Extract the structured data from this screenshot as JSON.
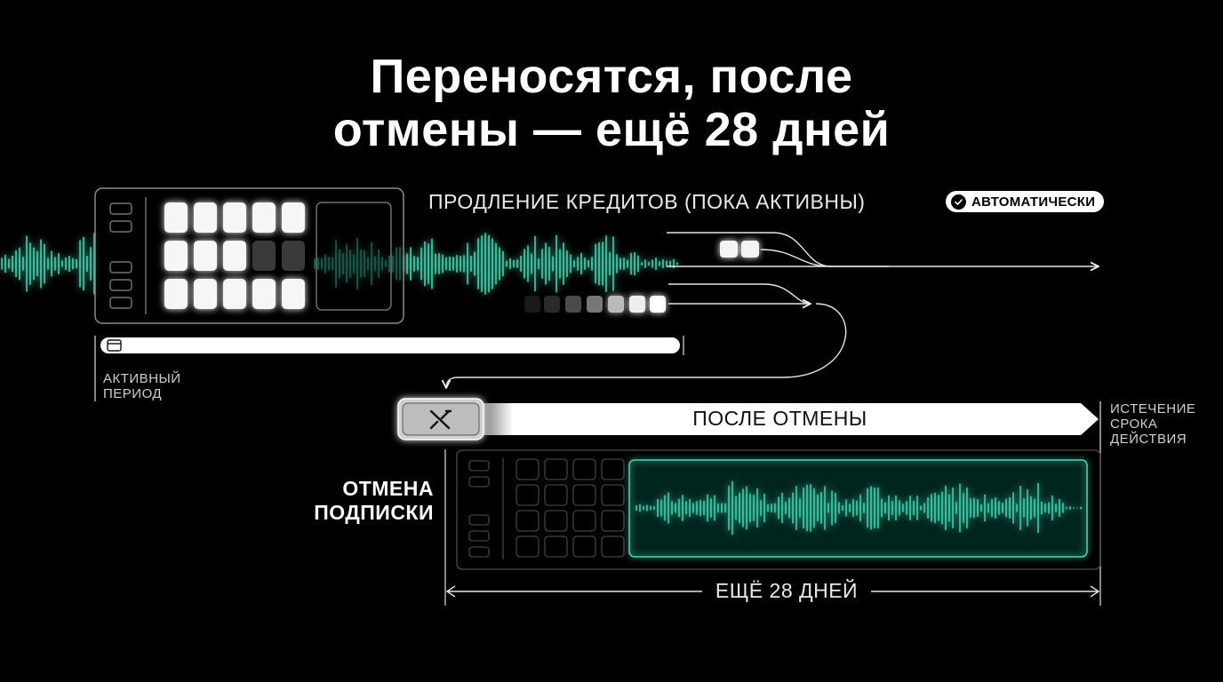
{
  "title": {
    "line1": "Переносятся, после",
    "line2": "отмены — ещё 28 дней"
  },
  "renewal": {
    "label": "ПРОДЛЕНИЕ КРЕДИТОВ (ПОКА АКТИВНЫ)",
    "badge": "АВТОМАТИЧЕСКИ",
    "badge_icon": "check-circle-icon"
  },
  "active_period": {
    "label": "АКТИВНЫЙ ПЕРИОД",
    "icon": "calendar-icon"
  },
  "after_cancel": {
    "label": "ПОСЛЕ ОТМЕНЫ",
    "icon": "cancel-x-icon"
  },
  "expiry": {
    "label": "ИСТЕЧЕНИЕ СРОКА ДЕЙСТВИЯ"
  },
  "cancel": {
    "label": "ОТМЕНА ПОДПИСКИ"
  },
  "extra": {
    "label": "ЕЩЁ 28 ДНЕЙ"
  },
  "colors": {
    "background": "#000000",
    "accent": "#3fe0b8",
    "text": "#ffffff",
    "muted": "#cfcfcf"
  }
}
